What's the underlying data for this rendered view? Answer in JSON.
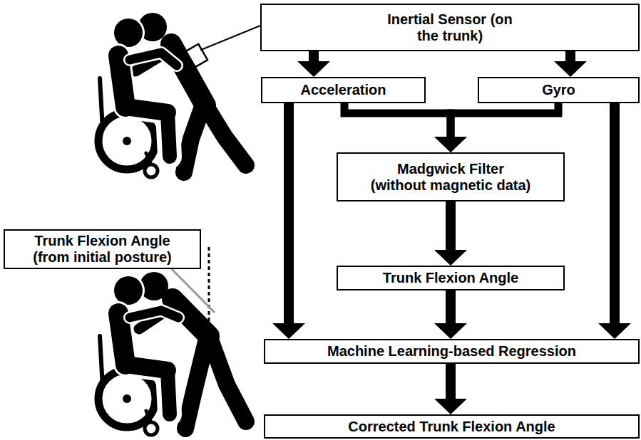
{
  "diagram": {
    "nodes": [
      {
        "text": [
          "Inertial Sensor (on the trunk)"
        ]
      },
      {
        "text": [
          "Acceleration"
        ]
      },
      {
        "text": [
          "Gyro"
        ]
      },
      {
        "text": [
          "Madgwick Filter (without magnetic data)"
        ]
      },
      {
        "text": [
          "Trunk Flexion Angle"
        ]
      },
      {
        "text": [
          "Machine Learning-based Regression"
        ]
      },
      {
        "text": [
          "Corrected Trunk Flexion Angle"
        ]
      },
      {
        "text": [
          "Trunk Flexion Angle (from initial posture)"
        ]
      }
    ],
    "edges": [
      {
        "from": 0,
        "to": 1,
        "arrow": "to"
      },
      {
        "from": 0,
        "to": 2,
        "arrow": "to"
      },
      {
        "from": 1,
        "to": 3,
        "arrow": "to"
      },
      {
        "from": 2,
        "to": 3,
        "arrow": "to"
      },
      {
        "from": 3,
        "to": 4,
        "arrow": "to"
      },
      {
        "from": 4,
        "to": 5,
        "arrow": "to"
      },
      {
        "from": 1,
        "to": 5,
        "arrow": "to"
      },
      {
        "from": 2,
        "to": 5,
        "arrow": "to"
      },
      {
        "from": 5,
        "to": 6,
        "arrow": "to"
      }
    ]
  }
}
